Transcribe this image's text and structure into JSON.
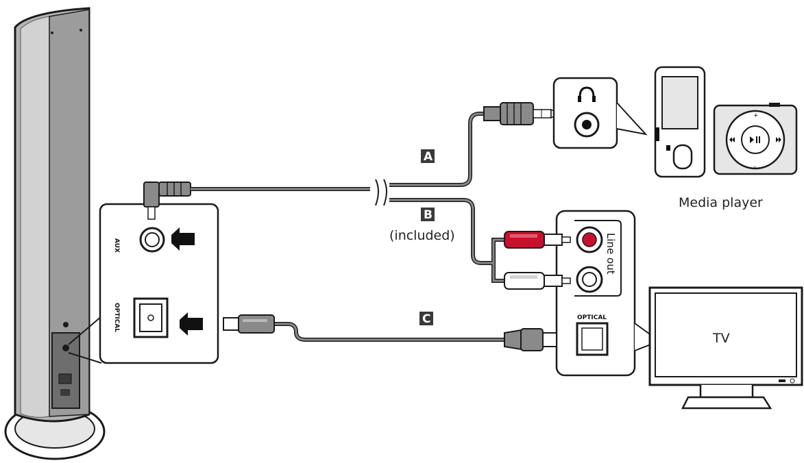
{
  "labels": {
    "cable_a": "A",
    "cable_b": "B",
    "cable_b_note": "(included)",
    "cable_c": "C",
    "media_player": "Media player",
    "tv": "TV"
  },
  "panels": {
    "speaker_aux": "AUX",
    "speaker_optical": "OPTICAL",
    "tv_line_out": "Line out",
    "tv_optical": "OPTICAL"
  },
  "colors": {
    "line": "#1a1a1a",
    "speaker_body": "#b4b4b4",
    "speaker_dark": "#555555",
    "rca_red": "#c8102e",
    "label_box": "#3a3a3a",
    "cable_fill": "#8a8a8a"
  },
  "icons": {
    "insert_arrow": "arrow-left-icon",
    "headphone": "headphones-icon",
    "play_pause": "play-pause-icon"
  }
}
